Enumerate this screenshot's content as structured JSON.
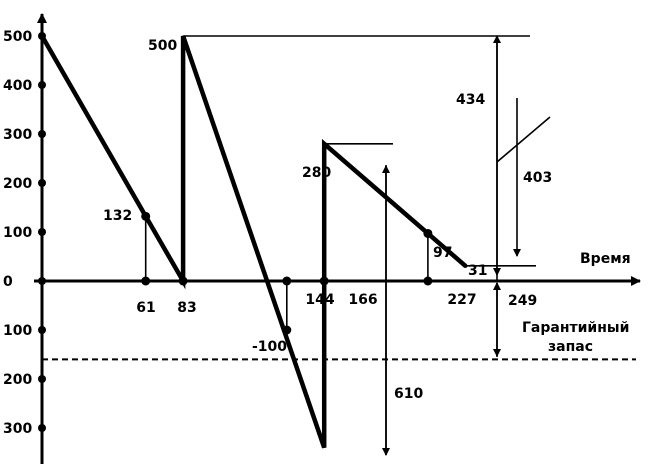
{
  "chart_data": {
    "type": "line",
    "xlabel": "Время",
    "y_tick_labels": [
      "500",
      "400",
      "300",
      "200",
      "100",
      "0",
      "100",
      "200",
      "300"
    ],
    "y_tick_values": [
      500,
      400,
      300,
      200,
      100,
      0,
      -100,
      -200,
      -300
    ],
    "x_tick_labels": [
      "61",
      "83",
      "144",
      "166",
      "227"
    ],
    "x_tick_values": [
      61,
      83,
      144,
      166,
      227
    ],
    "series": [
      {
        "points": [
          [
            0,
            500
          ],
          [
            61,
            132
          ],
          [
            83,
            0
          ],
          [
            83,
            500
          ],
          [
            166,
            -340
          ],
          [
            166,
            280
          ],
          [
            249,
            31
          ]
        ]
      }
    ],
    "point_labels": [
      {
        "text": "132",
        "x": 61,
        "y": 132
      },
      {
        "text": "500",
        "x": 83,
        "y": 500
      },
      {
        "text": "280",
        "x": 166,
        "y": 280
      },
      {
        "text": "97",
        "x": 227,
        "y": 97
      },
      {
        "text": "31",
        "x": 249,
        "y": 31
      },
      {
        "text": "-100",
        "x": 144,
        "y": -100
      },
      {
        "text": "249",
        "x": 249,
        "y": 0
      }
    ],
    "guarantee_level": -160,
    "dimension_labels": [
      "434",
      "403",
      "610"
    ],
    "annotation_lines": [
      "Гарантийный",
      "запас"
    ]
  }
}
